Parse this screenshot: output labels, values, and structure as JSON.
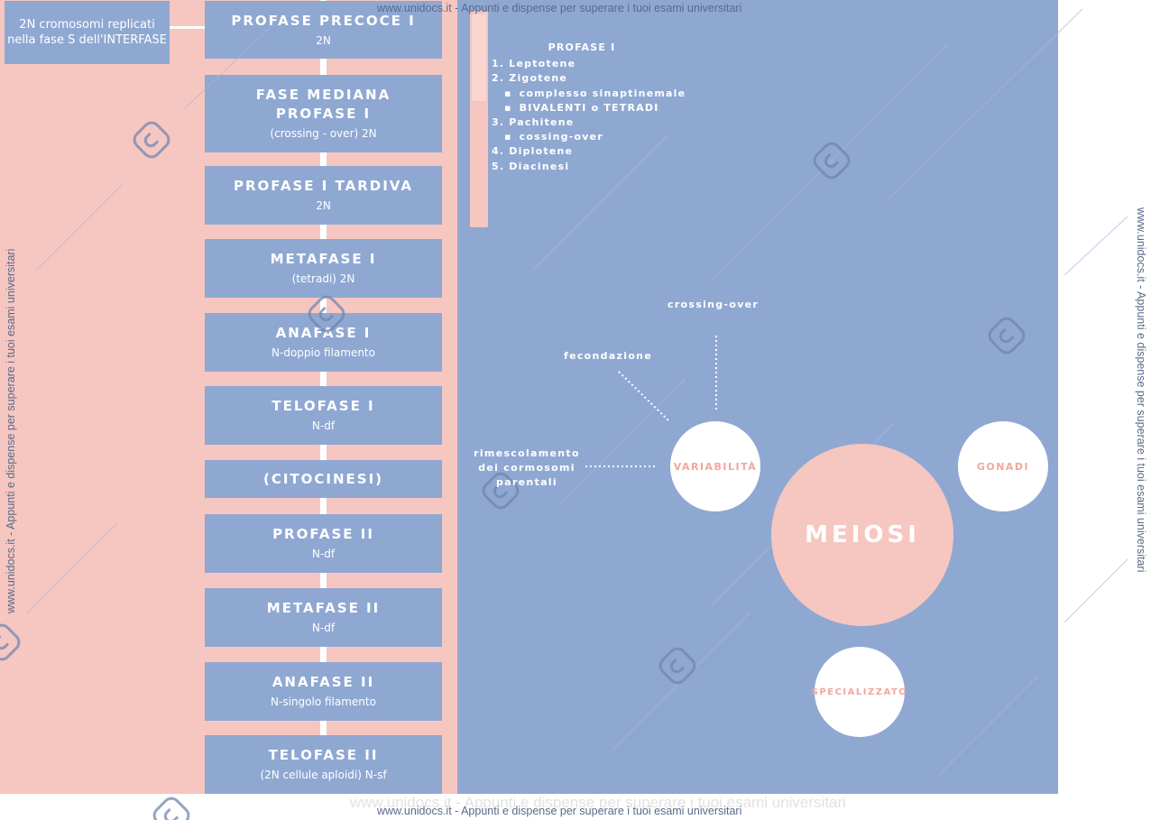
{
  "intro": "2N cromosomi replicati nella fase S dell'INTERFASE",
  "phases": [
    {
      "title": "PROFASE PRECOCE I",
      "sub": "2N"
    },
    {
      "title": "FASE MEDIANA PROFASE I",
      "sub": "(crossing - over) 2N"
    },
    {
      "title": "PROFASE I TARDIVA",
      "sub": "2N"
    },
    {
      "title": "METAFASE I",
      "sub": "(tetradi) 2N"
    },
    {
      "title": "ANAFASE I",
      "sub": "N-doppio filamento"
    },
    {
      "title": "TELOFASE I",
      "sub": "N-df"
    },
    {
      "title": "(CITOCINESI)",
      "sub": ""
    },
    {
      "title": "PROFASE II",
      "sub": "N-df"
    },
    {
      "title": "METAFASE II",
      "sub": "N-df"
    },
    {
      "title": "ANAFASE II",
      "sub": "N-singolo filamento"
    },
    {
      "title": "TELOFASE II",
      "sub": "(2N cellule aploidi) N-sf"
    }
  ],
  "profase_panel": {
    "title": "PROFASE I",
    "items": [
      {
        "text": "1. Leptotene",
        "sub": false
      },
      {
        "text": "2. Zigotene",
        "sub": false
      },
      {
        "text": "complesso sinaptinemale",
        "sub": true
      },
      {
        "text": "BIVALENTI o TETRADI",
        "sub": true
      },
      {
        "text": "3. Pachitene",
        "sub": false
      },
      {
        "text": "cossing-over",
        "sub": true
      },
      {
        "text": "4. Diplotene",
        "sub": false
      },
      {
        "text": "5. Diacinesi",
        "sub": false
      }
    ]
  },
  "concept_map": {
    "center": "MEIOSI",
    "variabilita": "VARIABILITÀ",
    "gonadi": "GONADI",
    "specializzato": "SPECIALIZZATO",
    "crossing_over": "crossing-over",
    "fecondazione": "fecondazione",
    "rimescolamento": "rimescolamento dei cormosomi parentali"
  },
  "watermark": {
    "text": "www.unidocs.it - Appunti e dispense per superare i tuoi esami universitari",
    "faint_text": "www.unidocs.it - Appunti e dispense per superare i tuoi esami universitari"
  },
  "colors": {
    "pink": "#f6c6c1",
    "blue": "#8fa8d2",
    "white": "#ffffff",
    "accent_text": "#f3a69c"
  }
}
